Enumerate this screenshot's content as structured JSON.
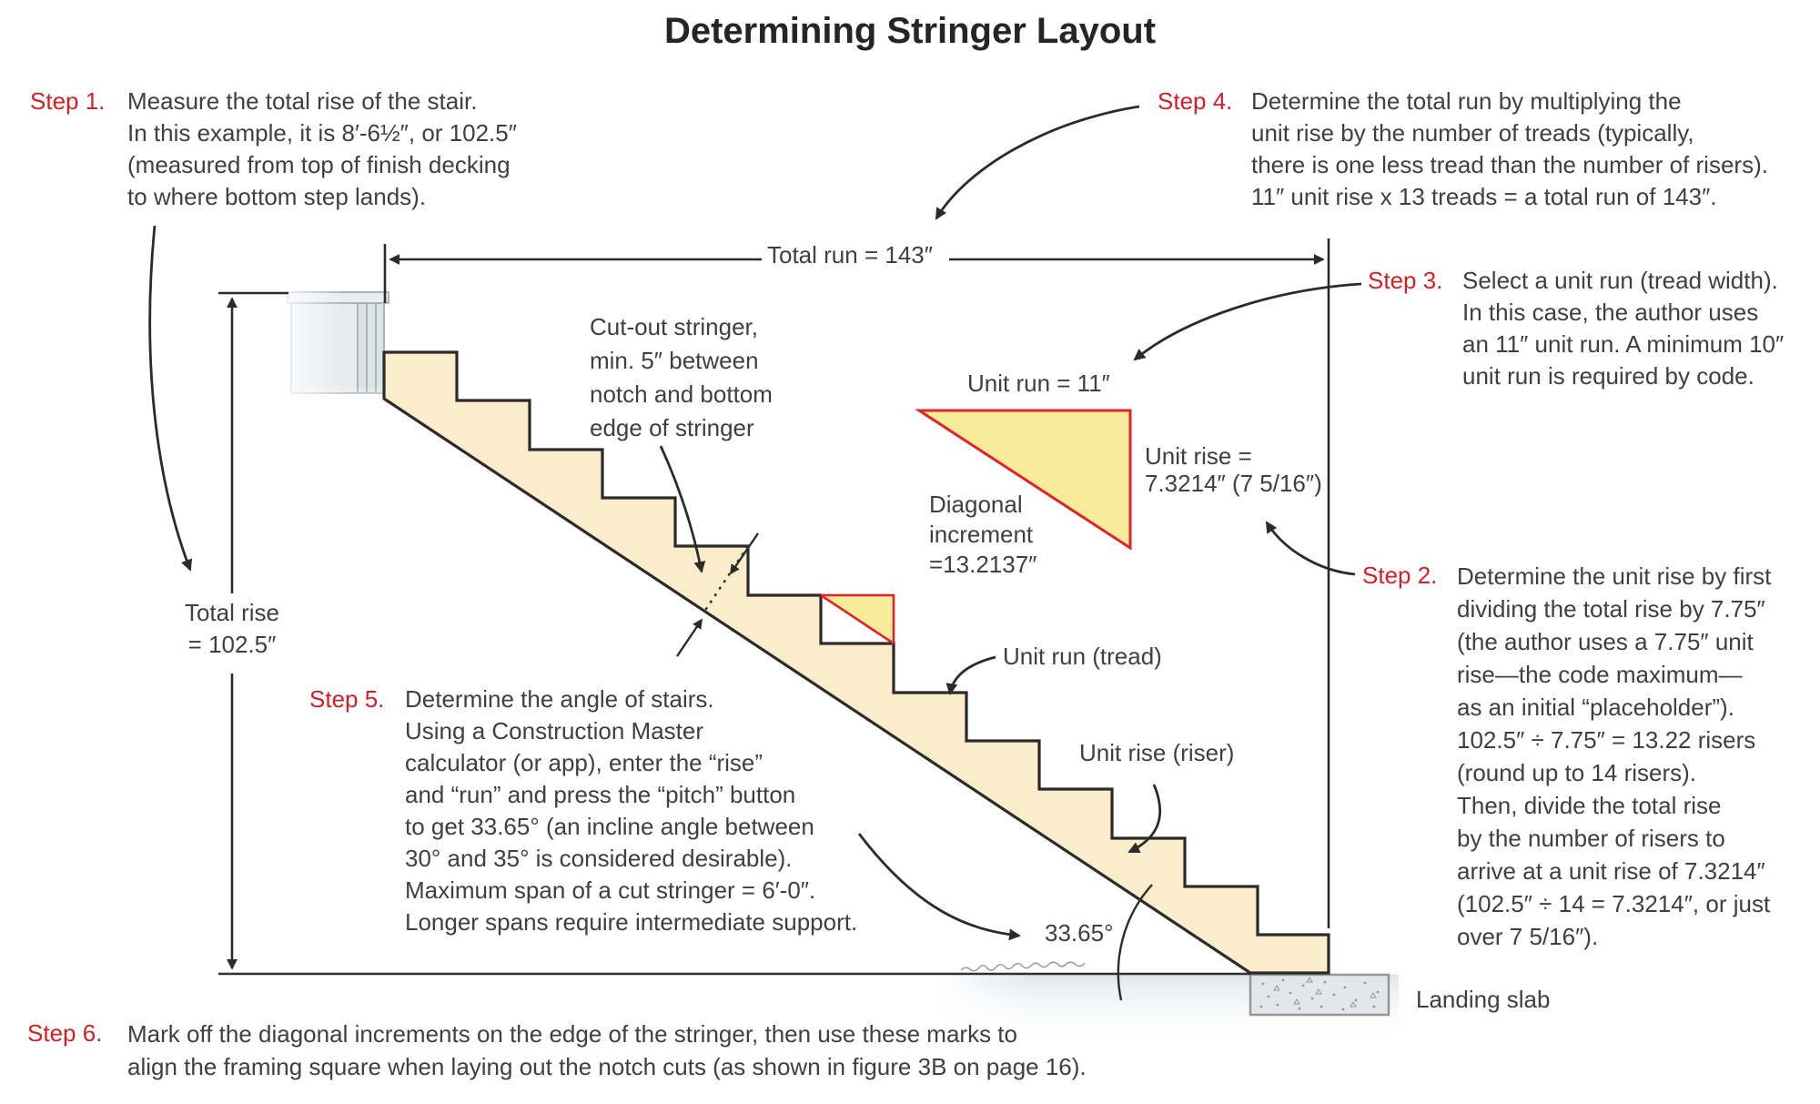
{
  "title": "Determining Stringer Layout",
  "steps": {
    "step1": {
      "label": "Step 1.",
      "text": "Measure the total rise of the stair.\nIn this example, it is 8′-6½″, or 102.5″\n(measured from top of finish decking\nto where bottom step lands)."
    },
    "step2": {
      "label": "Step 2.",
      "text": "Determine the unit rise by first\ndividing the total rise by 7.75″\n(the author uses a 7.75″ unit\nrise—the code maximum—\nas an initial “placeholder”).\n102.5″ ÷ 7.75″ = 13.22 risers\n(round up to 14 risers).\nThen, divide the total rise\nby the number of risers to\narrive at a unit rise of 7.3214″\n(102.5″ ÷ 14 = 7.3214″, or just\nover 7 5/16″)."
    },
    "step3": {
      "label": "Step 3.",
      "text": "Select a unit run (tread width).\nIn this case, the author uses\nan 11″ unit run. A minimum 10″\nunit run is required by code."
    },
    "step4": {
      "label": "Step 4.",
      "text": "Determine the total run by multiplying the\nunit rise by the number of treads (typically,\nthere is one less tread than the number of risers).\n11″ unit rise x 13 treads = a total run of 143″."
    },
    "step5": {
      "label": "Step 5.",
      "text": "Determine the angle of stairs.\nUsing a Construction Master\ncalculator (or app), enter the “rise”\nand “run” and press the “pitch” button\nto get 33.65° (an incline angle between\n30° and 35° is considered desirable).\nMaximum span of a cut stringer = 6′-0″.\nLonger spans require intermediate support."
    },
    "step6": {
      "label": "Step 6.",
      "text": "Mark off the diagonal increments on the edge of the stringer, then use these marks to\nalign the framing square when laying out the notch cuts (as shown in figure 3B on page 16)."
    }
  },
  "diagram": {
    "total_run_label": "Total run = 143″",
    "total_rise_label": "Total rise\n= 102.5″",
    "cutout_label": "Cut-out stringer,\nmin. 5″ between\nnotch and bottom\nedge of stringer",
    "unit_run_label": "Unit run = 11″",
    "unit_rise_label": "Unit rise =\n7.3214″ (7 5/16″)",
    "diagonal_label": "Diagonal\nincrement\n=13.2137″",
    "unit_run_tread_label": "Unit run (tread)",
    "unit_rise_riser_label": "Unit rise (riser)",
    "angle_label": "33.65°",
    "landing_slab_label": "Landing slab"
  },
  "figure_values": {
    "total_rise": "102.5″",
    "total_run": "143″",
    "unit_run": "11″",
    "unit_rise": "7.3214″ (7 5/16″)",
    "diagonal_increment": "13.2137″",
    "stair_angle": "33.65°",
    "risers": 14,
    "treads": 13
  },
  "colors": {
    "step_label_red": "#cf2127",
    "text_charcoal": "#3f3f40",
    "stringer_fill": "#faedcb",
    "highlight_yellow": "#f8ec9a",
    "highlight_red": "#df2329",
    "deck_gray": "#e6ebee",
    "slab_gray": "#e3e7e9",
    "outline_black": "#2c2b29"
  }
}
